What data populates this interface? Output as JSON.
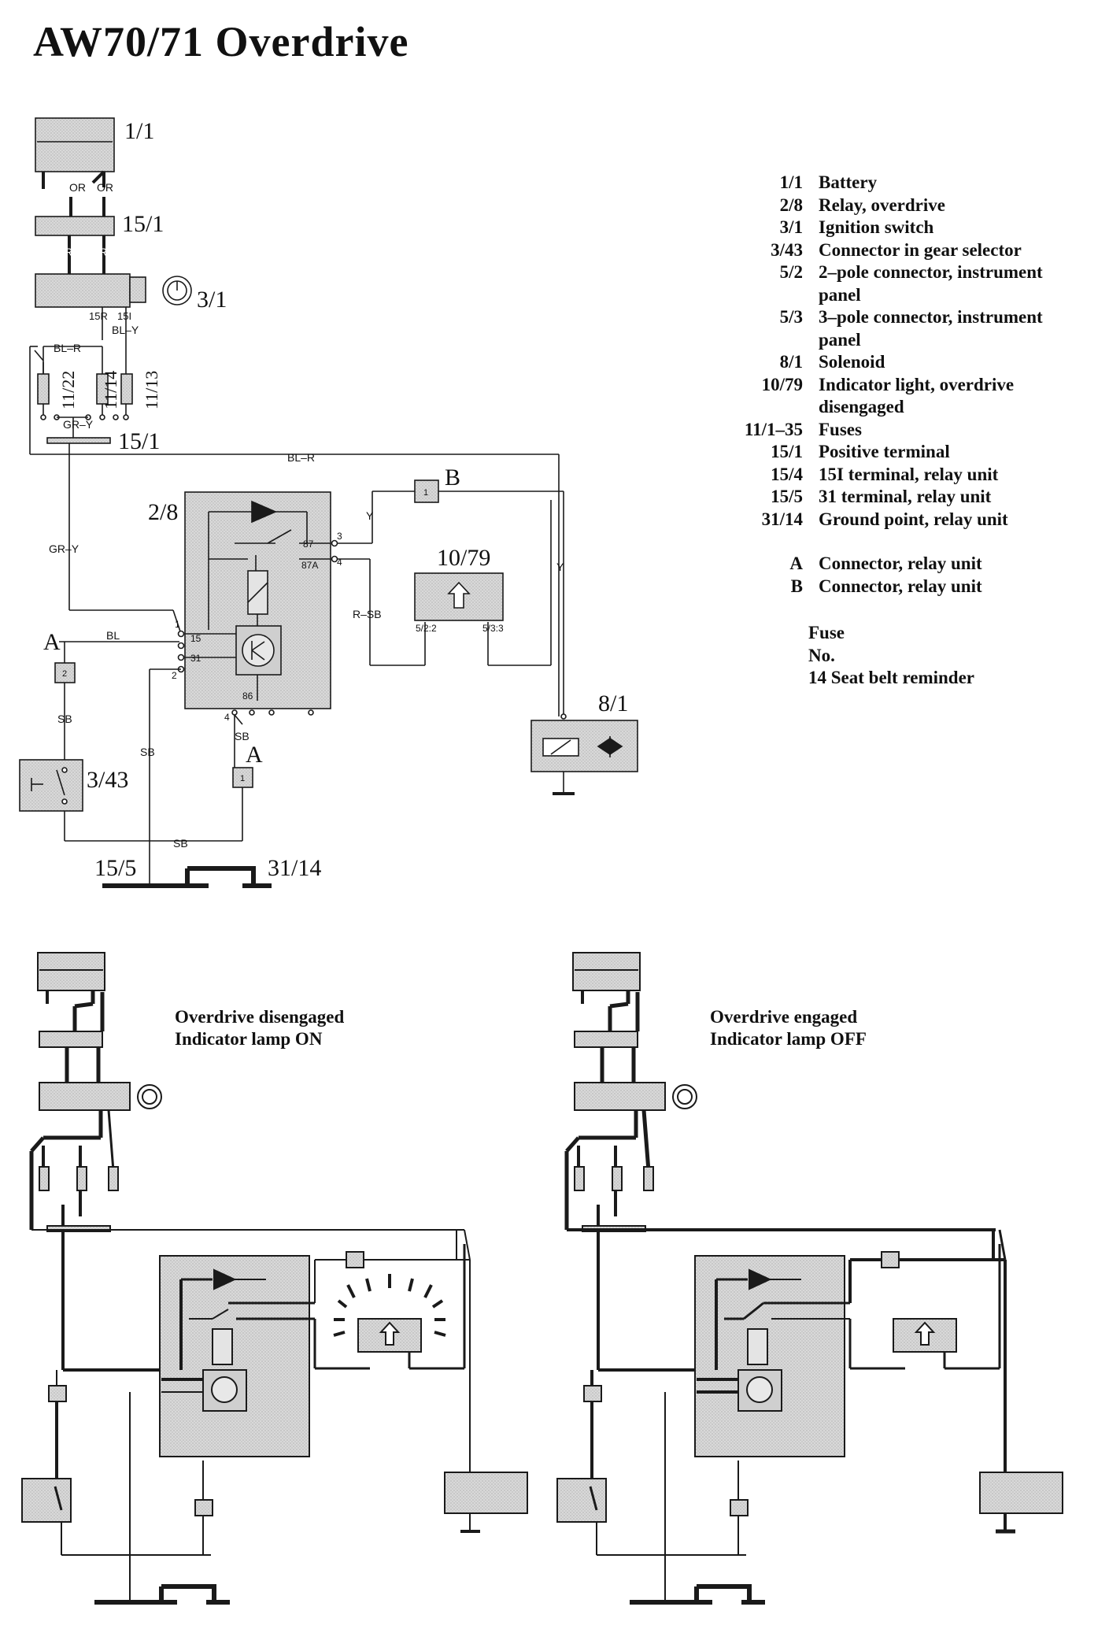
{
  "title": "AW70/71 Overdrive",
  "legend": [
    {
      "code": "1/1",
      "desc": "Battery"
    },
    {
      "code": "2/8",
      "desc": "Relay, overdrive"
    },
    {
      "code": "3/1",
      "desc": "Ignition switch"
    },
    {
      "code": "3/43",
      "desc": "Connector in gear selector"
    },
    {
      "code": "5/2",
      "desc": "2–pole connector, instrument panel"
    },
    {
      "code": "5/3",
      "desc": "3–pole connector, instrument panel"
    },
    {
      "code": "8/1",
      "desc": "Solenoid"
    },
    {
      "code": "10/79",
      "desc": "Indicator light, overdrive disengaged"
    },
    {
      "code": "11/1–35",
      "desc": "Fuses"
    },
    {
      "code": "15/1",
      "desc": "Positive terminal"
    },
    {
      "code": "15/4",
      "desc": "15I terminal, relay unit"
    },
    {
      "code": "15/5",
      "desc": "31 terminal, relay unit"
    },
    {
      "code": "31/14",
      "desc": "Ground point, relay unit"
    }
  ],
  "connectors": [
    {
      "code": "A",
      "desc": "Connector, relay unit"
    },
    {
      "code": "B",
      "desc": "Connector, relay unit"
    }
  ],
  "fuse_note": {
    "line1": "Fuse",
    "line2": "No.",
    "line3": "14 Seat belt reminder"
  },
  "captions": {
    "left": {
      "line1": "Overdrive disengaged",
      "line2": "Indicator lamp ON"
    },
    "right": {
      "line1": "Overdrive engaged",
      "line2": "Indicator lamp OFF"
    }
  },
  "components": {
    "battery": "1/1",
    "positive_terminal_top": "15/1",
    "ignition_switch": "3/1",
    "positive_terminal_mid": "15/1",
    "relay": "2/8",
    "indicator_light": "10/79",
    "solenoid": "8/1",
    "gear_connector": "3/43",
    "terminal_31": "15/5",
    "ground_point": "31/14",
    "fuses": [
      "11/22",
      "11/14",
      "11/13"
    ],
    "connector_a_top": "A",
    "connector_a_bottom": "A",
    "connector_b": "B",
    "connector_a_pin_2": "2",
    "connector_a_pin_1": "1",
    "connector_b_pin_1": "1"
  },
  "wire_labels": {
    "or_left": "OR",
    "or_right": "OR",
    "r_left": "R",
    "r_right": "R",
    "term_15r": "15R",
    "term_15i": "15I",
    "bl_y": "BL–Y",
    "bl_r_top": "BL–R",
    "gr_y_top": "GR–Y",
    "bl_r_long": "BL–R",
    "gr_y_side": "GR–Y",
    "y_upper": "Y",
    "y_right": "Y",
    "r_sb": "R–SB",
    "bl": "BL",
    "sb_a": "SB",
    "sb_mid": "SB",
    "sb_relay": "SB",
    "sb_bottom": "SB",
    "pin_5_2_2": "5/2:2",
    "pin_5_3_3": "5/3:3"
  },
  "relay_pins": {
    "p87": "87",
    "p87a": "87A",
    "p15": "15",
    "p31": "31",
    "p86": "86",
    "n3": "3",
    "n4": "4",
    "n1": "1",
    "n2": "2",
    "n4b": "4"
  },
  "colors": {
    "line": "#1a1a1a",
    "component_fill": "#d4d4d4",
    "background": "#ffffff"
  }
}
